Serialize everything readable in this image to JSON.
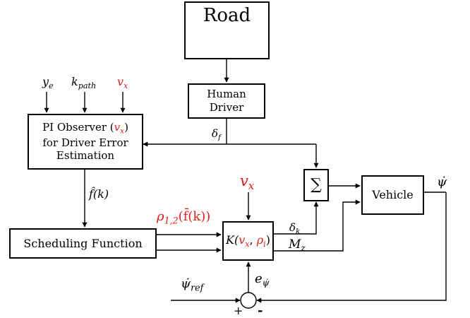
{
  "blocks": {
    "road": "Road",
    "human_driver": [
      "Human",
      "Driver"
    ],
    "pi_observer": {
      "line1_prefix": "PI Observer (",
      "line1_var": "v",
      "line1_var_sub": "x",
      "line1_suffix": ")",
      "line2": "for Driver Error",
      "line3": "Estimation"
    },
    "sum": "∑",
    "vehicle": "Vehicle",
    "scheduling": "Scheduling Function",
    "controller": {
      "open": "K(",
      "v": "v",
      "v_sub": "x",
      "comma": ", ",
      "rho": "ρ",
      "rho_sub": "i",
      "close": ")"
    }
  },
  "signals": {
    "ye": {
      "sym": "y",
      "sub": "e"
    },
    "kpath": {
      "sym": "k",
      "sub": "path"
    },
    "vx_top": {
      "sym": "v",
      "sub": "x"
    },
    "delta_f": {
      "sym": "δ",
      "sub": "f"
    },
    "fhat": "f̂(k)",
    "rho_text": {
      "sym": "ρ",
      "sub": "1,2",
      "arg": "(f̄(k))"
    },
    "vx_mid": {
      "sym": "v",
      "sub": "x"
    },
    "delta_k": {
      "sym": "δ",
      "sub": "k"
    },
    "mz": {
      "sym": "M",
      "sub": "z"
    },
    "psidot": "ψ̇",
    "psidot_ref": {
      "sym": "ψ̇",
      "sub": "ref"
    },
    "e_psidot": {
      "sym": "e",
      "sub": "ψ̇"
    },
    "plus": "+",
    "minus": "-"
  },
  "colors": {
    "highlight": "#e0201b",
    "line": "#000000",
    "sky": "#dff0fb",
    "grass": "#6fbf3a",
    "road": "#4d4d4d"
  }
}
